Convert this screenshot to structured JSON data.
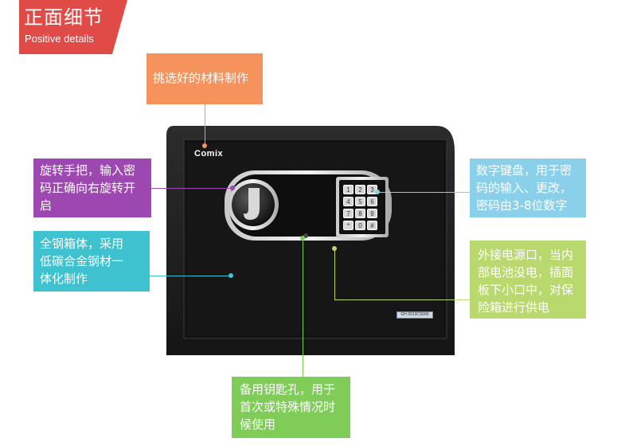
{
  "header": {
    "title_cn": "正面细节",
    "title_en": "Positive details"
  },
  "brand": {
    "logo_text": "Comix"
  },
  "keypad": {
    "keys": [
      "1",
      "2",
      "3",
      "4",
      "5",
      "6",
      "7",
      "8",
      "9",
      "*",
      "0",
      "#"
    ]
  },
  "label_plate": {
    "text": "GH 2013CS066"
  },
  "callouts": {
    "material": {
      "lines": [
        "挑选好的材料制作"
      ],
      "color": "#f6925b"
    },
    "handle": {
      "lines": [
        "旋转手把，输入密",
        "码正确向右旋转开",
        "启"
      ],
      "color": "#9d47b0"
    },
    "body": {
      "lines": [
        "全钢箱体，采用",
        "低碳合金钢材一",
        "体化制作"
      ],
      "color": "#3fc2cf"
    },
    "keypad": {
      "lines": [
        "数字键盘，用于密",
        "码的输入、更改，",
        "密码由3-8位数字"
      ],
      "color": "#8ad0ea"
    },
    "power": {
      "lines": [
        "外接电源口，当内",
        "部电池没电，插面",
        "板下小口中，对保",
        "险箱进行供电"
      ],
      "color": "#b9d86d"
    },
    "keyhole": {
      "lines": [
        "备用钥匙孔，用于",
        "首次或特殊情况时",
        "候使用"
      ],
      "color": "#7fcc58"
    }
  },
  "colors": {
    "header_red": "#e04a47",
    "safe_body": "#202020",
    "safe_door": "#161616"
  }
}
